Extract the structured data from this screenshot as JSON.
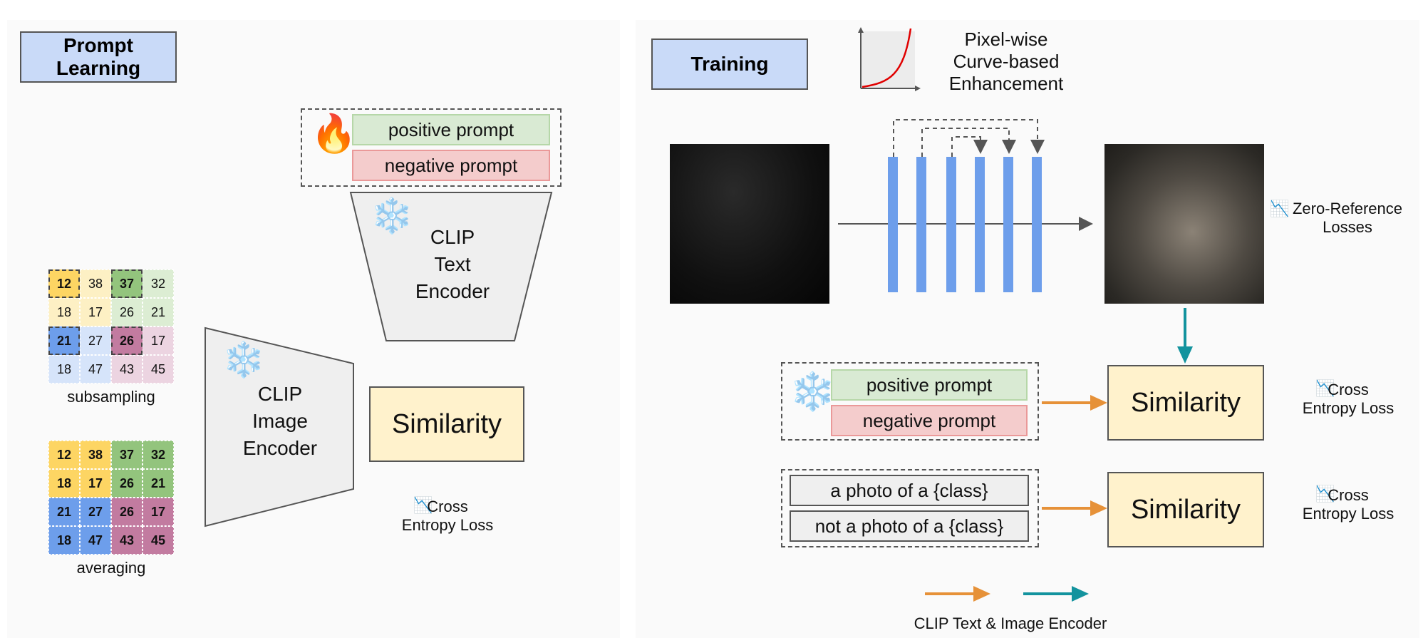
{
  "left_panel": {
    "title": "Prompt\nLearning",
    "positive_prompt": "positive prompt",
    "negative_prompt": "negative prompt",
    "fire_icon": "🔥",
    "snow_icon": "❄️",
    "text_encoder": "CLIP\nText\nEncoder",
    "image_encoder": "CLIP\nImage\nEncoder",
    "similarity": "Similarity",
    "loss_icon": "📉",
    "loss": "Cross\nEntropy Loss",
    "subsampling_label": "subsampling",
    "averaging_label": "averaging",
    "grid_values": [
      [
        12,
        38,
        37,
        32
      ],
      [
        18,
        17,
        26,
        21
      ],
      [
        21,
        27,
        26,
        17
      ],
      [
        18,
        47,
        43,
        45
      ]
    ],
    "quadrant_colors": {
      "yellow": "#fdd563",
      "green": "#93c47d",
      "blue": "#6d9eeb",
      "purple": "#c27ba0"
    }
  },
  "right_panel": {
    "title": "Training",
    "curve_label": "Pixel-wise\nCurve-based\nEnhancement",
    "zero_ref_loss": "Zero-Reference\nLosses",
    "positive_prompt": "positive prompt",
    "negative_prompt": "negative prompt",
    "similarity_1": "Similarity",
    "similarity_2": "Similarity",
    "class_prompt_1": "a photo of a {class}",
    "class_prompt_2": "not a photo of a {class}",
    "loss_1": "Cross\nEntropy Loss",
    "loss_2": "Cross\nEntropy Loss",
    "legend_label": "CLIP Text & Image Encoder",
    "colors": {
      "orange_arrow": "#e69138",
      "teal_arrow": "#13939e",
      "network_bar": "#6d9eeb"
    }
  }
}
